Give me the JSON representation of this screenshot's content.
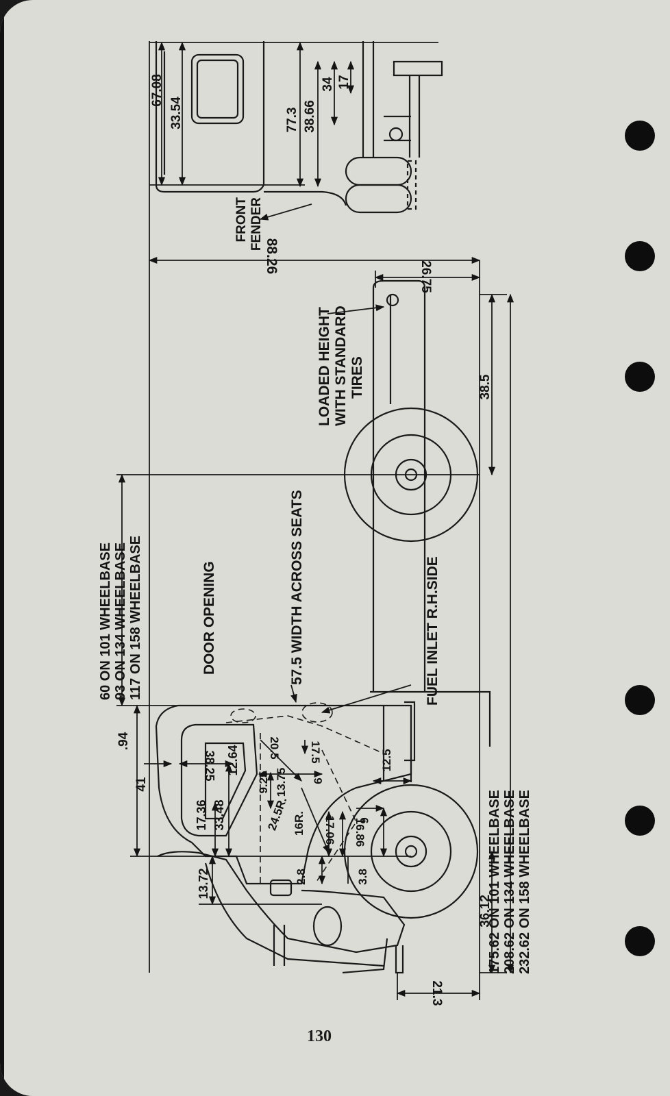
{
  "page_number": "130",
  "labels": {
    "front_fender_1": "FRONT",
    "front_fender_2": "FENDER",
    "loaded_1": "LOADED HEIGHT",
    "loaded_2": "WITH STANDARD",
    "loaded_3": "TIRES",
    "door_opening": "DOOR  OPENING",
    "width_seats": "57.5  WIDTH ACROSS SEATS",
    "fuel_inlet": "FUEL INLET R.H.SIDE"
  },
  "wheelbase": {
    "cab": [
      "60 ON 101  WHEELBASE",
      "93 ON 134  WHEELBASE",
      "117 ON 158  WHEELBASE"
    ],
    "overall": [
      "175.62 ON 101  WHEELBASE",
      "208.62 ON 134  WHEELBASE",
      "232.62 ON 158  WHEELBASE"
    ]
  },
  "dims": {
    "overall_width": "88.26",
    "cab_top": "67.08",
    "cab_half": "33.54",
    "front_height": "77.3",
    "front_half": "38.66",
    "hub": "34",
    "hub_half": "17",
    "rear_width": "26.75",
    "rear_wheel": "38.5",
    "roof_offset": ".94",
    "cab_height": "41",
    "windshield_top": "38.25",
    "seat_roof": "12.64",
    "seat_height": "17.36",
    "eye_height": "33.48",
    "floor_offset": "13.72",
    "seat_back": "20.5",
    "seat_depth": "9.25",
    "cushion": "13.75",
    "seat_front": "6",
    "floor_height": "17.5",
    "toe_board": "12.5",
    "radius_large": "24.5R.",
    "radius_small": "16R.",
    "pedal_a": "17.06",
    "pedal_b": "16.86",
    "steering": "6",
    "axle_clear": "",
    "floor_drop": "2.8",
    "frame_drop": "3.8",
    "front_wheel": "36.12",
    "front_overhang": "21.3"
  },
  "bleed": {
    "l1": "",
    "l2": "",
    "l3": "",
    "l4": "",
    "p1": "",
    "p2": "",
    "p3": ""
  }
}
